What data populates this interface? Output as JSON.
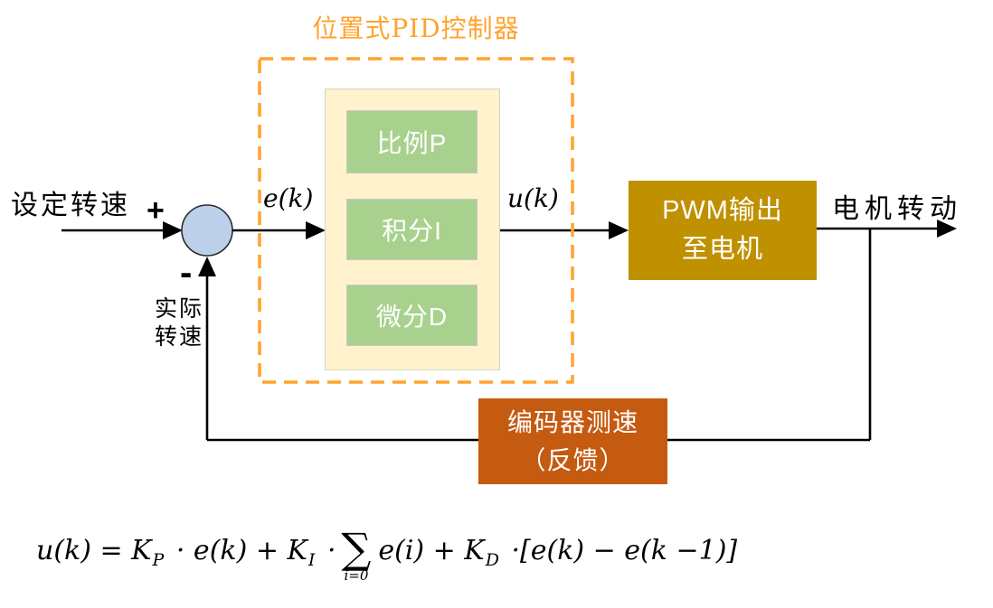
{
  "diagram": {
    "title": "位置式PID控制器",
    "input_label": "设定转速",
    "plus_sign": "+",
    "minus_sign": "-",
    "feedback_signal_line1": "实际",
    "feedback_signal_line2": "转速",
    "error_label": "e(k)",
    "control_label": "u(k)",
    "output_label": "电机转动",
    "pid": {
      "proportional": "比例P",
      "integral": "积分I",
      "derivative": "微分D"
    },
    "pwm": {
      "line1": "PWM输出",
      "line2": "至电机"
    },
    "encoder": {
      "line1": "编码器测速",
      "line2": "（反馈）"
    }
  },
  "formula": {
    "part1": "u(k) = K",
    "sub_p": "P",
    "part2": " · e(k) + K",
    "sub_i": "I",
    "part3": " ·",
    "sigma": "∑",
    "sigma_lower": "i=0",
    "part4": "e(i) + K",
    "sub_d": "D",
    "part5": " ·[e(k) − e(k −1)]"
  },
  "colors": {
    "accent_orange": "#FFA32E",
    "pid_background_cream": "#FFF2CC",
    "pid_item_green": "#A9D18E",
    "pwm_gold": "#BF9000",
    "encoder_orange": "#C55A11",
    "summing_junction_blue": "#BDD0EA",
    "wire_black": "#000000"
  }
}
